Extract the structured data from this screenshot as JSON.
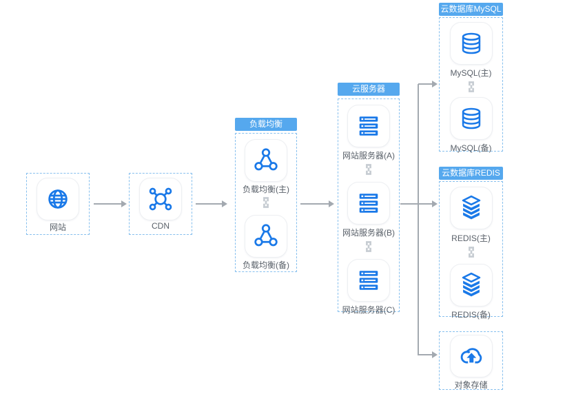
{
  "nodes": {
    "site": {
      "label": "网站"
    },
    "cdn": {
      "label": "CDN"
    },
    "load_balancer": {
      "header": "负载均衡",
      "items": [
        {
          "label": "负载均衡(主)"
        },
        {
          "label": "负载均衡(备)"
        }
      ]
    },
    "cloud_server": {
      "header": "云服务器",
      "items": [
        {
          "label": "网站服务器(A)"
        },
        {
          "label": "网站服务器(B)"
        },
        {
          "label": "网站服务器(C)"
        }
      ]
    },
    "mysql": {
      "header": "云数据库MySQL",
      "items": [
        {
          "label": "MySQL(主)"
        },
        {
          "label": "MySQL(备)"
        }
      ]
    },
    "redis": {
      "header": "云数据库REDIS",
      "items": [
        {
          "label": "REDIS(主)"
        },
        {
          "label": "REDIS(备)"
        }
      ]
    },
    "object_storage": {
      "label": "对象存储"
    }
  },
  "icons": {
    "site": "globe-icon",
    "cdn": "hub-network-icon",
    "load_balancer": "triangle-nodes-icon",
    "cloud_server": "server-rack-icon",
    "mysql": "database-cylinder-icon",
    "redis": "layer-stack-icon",
    "object_storage": "cloud-upload-icon",
    "connector": "chain-link-icon",
    "flow": "arrow-right-icon"
  },
  "colors": {
    "icon_blue": "#1a79e8",
    "header_bg": "#55a8ee",
    "dashed_border": "#85bfee",
    "arrow_gray": "#a3a9b0",
    "link_gray": "#c6ccd2",
    "label_text": "#596069"
  }
}
